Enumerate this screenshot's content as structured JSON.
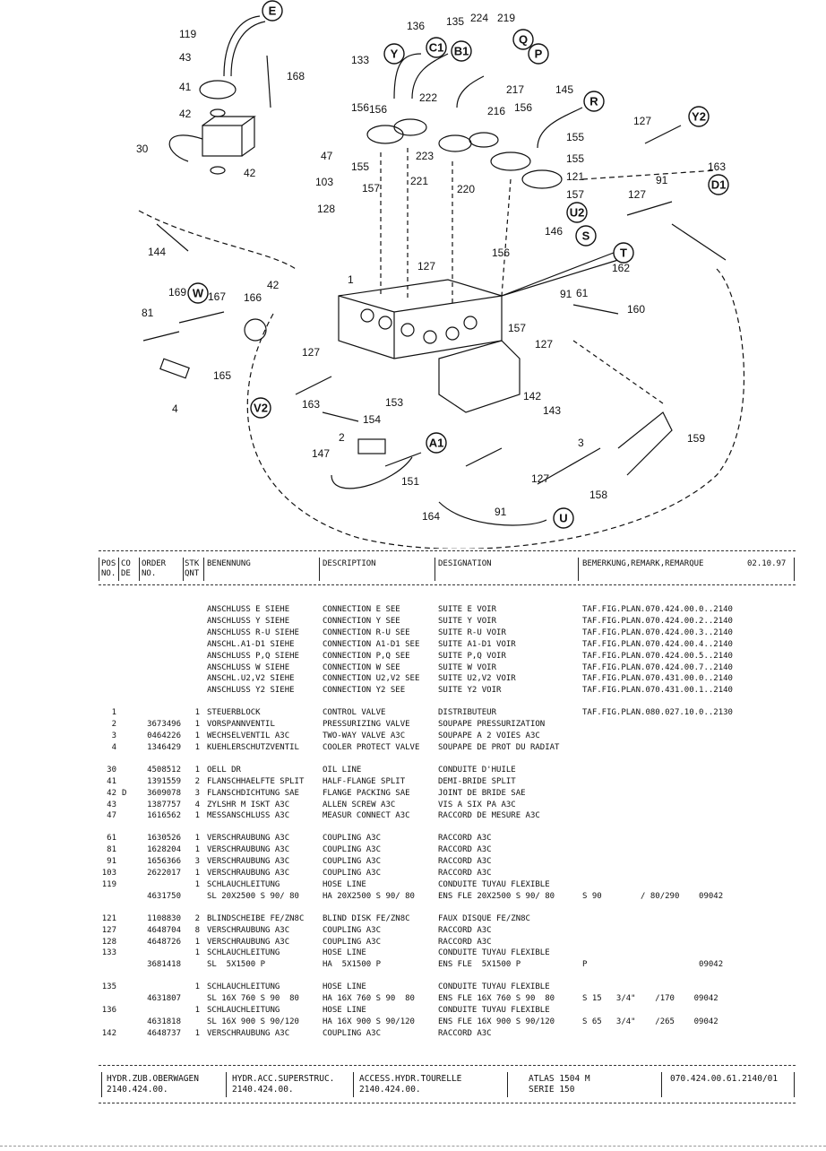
{
  "diagram": {
    "part_labels": [
      "119",
      "43",
      "41",
      "42",
      "30",
      "168",
      "42",
      "136",
      "135",
      "224",
      "219",
      "133",
      "222",
      "217",
      "216",
      "156",
      "145",
      "127",
      "156",
      "155",
      "156",
      "223",
      "155",
      "221",
      "220",
      "121",
      "157",
      "128",
      "103",
      "47",
      "155",
      "157",
      "127",
      "91",
      "163",
      "146",
      "144",
      "169",
      "167",
      "166",
      "42",
      "1",
      "127",
      "162",
      "156",
      "91",
      "61",
      "160",
      "81",
      "157",
      "127",
      "165",
      "4",
      "127",
      "163",
      "153",
      "154",
      "142",
      "143",
      "2",
      "147",
      "151",
      "3",
      "159",
      "127",
      "158",
      "91",
      "164"
    ],
    "callouts": [
      "E",
      "Y",
      "C1",
      "B1",
      "Q",
      "P",
      "R",
      "Y2",
      "D1",
      "U2",
      "S",
      "T",
      "W",
      "V2",
      "A1",
      "U"
    ]
  },
  "table": {
    "header": {
      "pos": "POS\nNO.",
      "co": "CO\nDE",
      "order": "ORDER\nNO.",
      "stk": "STK\nQNT",
      "benennung": "BENENNUNG",
      "description": "DESCRIPTION",
      "designation": "DESIGNATION",
      "remark": "BEMERKUNG,REMARK,REMARQUE",
      "date": "02.10.97"
    },
    "rows": [
      {
        "pos": "",
        "co": "",
        "order": "",
        "stk": "",
        "de": "ANSCHLUSS E SIEHE",
        "en": "CONNECTION E SEE",
        "fr": "SUITE E VOIR",
        "rem": "TAF.FIG.PLAN.070.424.00.0..2140"
      },
      {
        "pos": "",
        "co": "",
        "order": "",
        "stk": "",
        "de": "ANSCHLUSS Y SIEHE",
        "en": "CONNECTION Y SEE",
        "fr": "SUITE Y VOIR",
        "rem": "TAF.FIG.PLAN.070.424.00.2..2140"
      },
      {
        "pos": "",
        "co": "",
        "order": "",
        "stk": "",
        "de": "ANSCHLUSS R-U SIEHE",
        "en": "CONNECTION R-U SEE",
        "fr": "SUITE R-U VOIR",
        "rem": "TAF.FIG.PLAN.070.424.00.3..2140"
      },
      {
        "pos": "",
        "co": "",
        "order": "",
        "stk": "",
        "de": "ANSCHL.A1-D1 SIEHE",
        "en": "CONNECTION A1-D1 SEE",
        "fr": "SUITE A1-D1 VOIR",
        "rem": "TAF.FIG.PLAN.070.424.00.4..2140"
      },
      {
        "pos": "",
        "co": "",
        "order": "",
        "stk": "",
        "de": "ANSCHLUSS P,Q SIEHE",
        "en": "CONNECTION P,Q SEE",
        "fr": "SUITE P,Q VOIR",
        "rem": "TAF.FIG.PLAN.070.424.00.5..2140"
      },
      {
        "pos": "",
        "co": "",
        "order": "",
        "stk": "",
        "de": "ANSCHLUSS W SIEHE",
        "en": "CONNECTION W SEE",
        "fr": "SUITE W VOIR",
        "rem": "TAF.FIG.PLAN.070.424.00.7..2140"
      },
      {
        "pos": "",
        "co": "",
        "order": "",
        "stk": "",
        "de": "ANSCHL.U2,V2 SIEHE",
        "en": "CONNECTION U2,V2 SEE",
        "fr": "SUITE U2,V2 VOIR",
        "rem": "TAF.FIG.PLAN.070.431.00.0..2140"
      },
      {
        "pos": "",
        "co": "",
        "order": "",
        "stk": "",
        "de": "ANSCHLUSS Y2 SIEHE",
        "en": "CONNECTION Y2 SEE",
        "fr": "SUITE Y2 VOIR",
        "rem": "TAF.FIG.PLAN.070.431.00.1..2140"
      },
      {
        "gap": true
      },
      {
        "pos": "1",
        "co": "",
        "order": "",
        "stk": "1",
        "de": "STEUERBLOCK",
        "en": "CONTROL VALVE",
        "fr": "DISTRIBUTEUR",
        "rem": "TAF.FIG.PLAN.080.027.10.0..2130"
      },
      {
        "pos": "2",
        "co": "",
        "order": "3673496",
        "stk": "1",
        "de": "VORSPANNVENTIL",
        "en": "PRESSURIZING VALVE",
        "fr": "SOUPAPE PRESSURIZATION",
        "rem": ""
      },
      {
        "pos": "3",
        "co": "",
        "order": "0464226",
        "stk": "1",
        "de": "WECHSELVENTIL A3C",
        "en": "TWO-WAY VALVE A3C",
        "fr": "SOUPAPE A 2 VOIES A3C",
        "rem": ""
      },
      {
        "pos": "4",
        "co": "",
        "order": "1346429",
        "stk": "1",
        "de": "KUEHLERSCHUTZVENTIL",
        "en": "COOLER PROTECT VALVE",
        "fr": "SOUPAPE DE PROT DU RADIAT",
        "rem": ""
      },
      {
        "gap": true
      },
      {
        "pos": "30",
        "co": "",
        "order": "4508512",
        "stk": "1",
        "de": "OELL DR",
        "en": "OIL LINE",
        "fr": "CONDUITE D'HUILE",
        "rem": ""
      },
      {
        "pos": "41",
        "co": "",
        "order": "1391559",
        "stk": "2",
        "de": "FLANSCHHAELFTE SPLIT",
        "en": "HALF-FLANGE SPLIT",
        "fr": "DEMI-BRIDE SPLIT",
        "rem": ""
      },
      {
        "pos": "42",
        "co": "D",
        "order": "3609078",
        "stk": "3",
        "de": "FLANSCHDICHTUNG SAE",
        "en": "FLANGE PACKING SAE",
        "fr": "JOINT DE BRIDE SAE",
        "rem": ""
      },
      {
        "pos": "43",
        "co": "",
        "order": "1387757",
        "stk": "4",
        "de": "ZYLSHR M ISKT A3C",
        "en": "ALLEN SCREW A3C",
        "fr": "VIS A SIX PA A3C",
        "rem": ""
      },
      {
        "pos": "47",
        "co": "",
        "order": "1616562",
        "stk": "1",
        "de": "MESSANSCHLUSS A3C",
        "en": "MEASUR CONNECT A3C",
        "fr": "RACCORD DE MESURE A3C",
        "rem": ""
      },
      {
        "gap": true
      },
      {
        "pos": "61",
        "co": "",
        "order": "1630526",
        "stk": "1",
        "de": "VERSCHRAUBUNG A3C",
        "en": "COUPLING A3C",
        "fr": "RACCORD A3C",
        "rem": ""
      },
      {
        "pos": "81",
        "co": "",
        "order": "1628204",
        "stk": "1",
        "de": "VERSCHRAUBUNG A3C",
        "en": "COUPLING A3C",
        "fr": "RACCORD A3C",
        "rem": ""
      },
      {
        "pos": "91",
        "co": "",
        "order": "1656366",
        "stk": "3",
        "de": "VERSCHRAUBUNG A3C",
        "en": "COUPLING A3C",
        "fr": "RACCORD A3C",
        "rem": ""
      },
      {
        "pos": "103",
        "co": "",
        "order": "2622017",
        "stk": "1",
        "de": "VERSCHRAUBUNG A3C",
        "en": "COUPLING A3C",
        "fr": "RACCORD A3C",
        "rem": ""
      },
      {
        "pos": "119",
        "co": "",
        "order": "",
        "stk": "1",
        "de": "SCHLAUCHLEITUNG",
        "en": "HOSE LINE",
        "fr": "CONDUITE TUYAU FLEXIBLE",
        "rem": ""
      },
      {
        "pos": "",
        "co": "",
        "order": "4631750",
        "stk": "",
        "de": "SL 20X2500 S 90/ 80",
        "en": "HA 20X2500 S 90/ 80",
        "fr": "ENS FLE 20X2500 S 90/ 80",
        "rem": "S 90        / 80/290    09042"
      },
      {
        "gap": true
      },
      {
        "pos": "121",
        "co": "",
        "order": "1108830",
        "stk": "2",
        "de": "BLINDSCHEIBE FE/ZN8C",
        "en": "BLIND DISK FE/ZN8C",
        "fr": "FAUX DISQUE FE/ZN8C",
        "rem": ""
      },
      {
        "pos": "127",
        "co": "",
        "order": "4648704",
        "stk": "8",
        "de": "VERSCHRAUBUNG A3C",
        "en": "COUPLING A3C",
        "fr": "RACCORD A3C",
        "rem": ""
      },
      {
        "pos": "128",
        "co": "",
        "order": "4648726",
        "stk": "1",
        "de": "VERSCHRAUBUNG A3C",
        "en": "COUPLING A3C",
        "fr": "RACCORD A3C",
        "rem": ""
      },
      {
        "pos": "133",
        "co": "",
        "order": "",
        "stk": "1",
        "de": "SCHLAUCHLEITUNG",
        "en": "HOSE LINE",
        "fr": "CONDUITE TUYAU FLEXIBLE",
        "rem": ""
      },
      {
        "pos": "",
        "co": "",
        "order": "3681418",
        "stk": "",
        "de": "SL  5X1500 P",
        "en": "HA  5X1500 P",
        "fr": "ENS FLE  5X1500 P",
        "rem": "P                       09042"
      },
      {
        "gap": true
      },
      {
        "pos": "135",
        "co": "",
        "order": "",
        "stk": "1",
        "de": "SCHLAUCHLEITUNG",
        "en": "HOSE LINE",
        "fr": "CONDUITE TUYAU FLEXIBLE",
        "rem": ""
      },
      {
        "pos": "",
        "co": "",
        "order": "4631807",
        "stk": "",
        "de": "SL 16X 760 S 90  80",
        "en": "HA 16X 760 S 90  80",
        "fr": "ENS FLE 16X 760 S 90  80",
        "rem": "S 15   3/4\"    /170    09042"
      },
      {
        "pos": "136",
        "co": "",
        "order": "",
        "stk": "1",
        "de": "SCHLAUCHLEITUNG",
        "en": "HOSE LINE",
        "fr": "CONDUITE TUYAU FLEXIBLE",
        "rem": ""
      },
      {
        "pos": "",
        "co": "",
        "order": "4631818",
        "stk": "",
        "de": "SL 16X 900 S 90/120",
        "en": "HA 16X 900 S 90/120",
        "fr": "ENS FLE 16X 900 S 90/120",
        "rem": "S 65   3/4\"    /265    09042"
      },
      {
        "pos": "142",
        "co": "",
        "order": "4648737",
        "stk": "1",
        "de": "VERSCHRAUBUNG A3C",
        "en": "COUPLING A3C",
        "fr": "RACCORD A3C",
        "rem": ""
      }
    ]
  },
  "footer": {
    "c1": "HYDR.ZUB.OBERWAGEN\n2140.424.00.",
    "c2": "HYDR.ACC.SUPERSTRUC.\n2140.424.00.",
    "c3": "ACCESS.HYDR.TOURELLE\n2140.424.00.",
    "c4": "ATLAS 1504 M\nSERIE 150",
    "c5": "070.424.00.61.2140/01"
  }
}
